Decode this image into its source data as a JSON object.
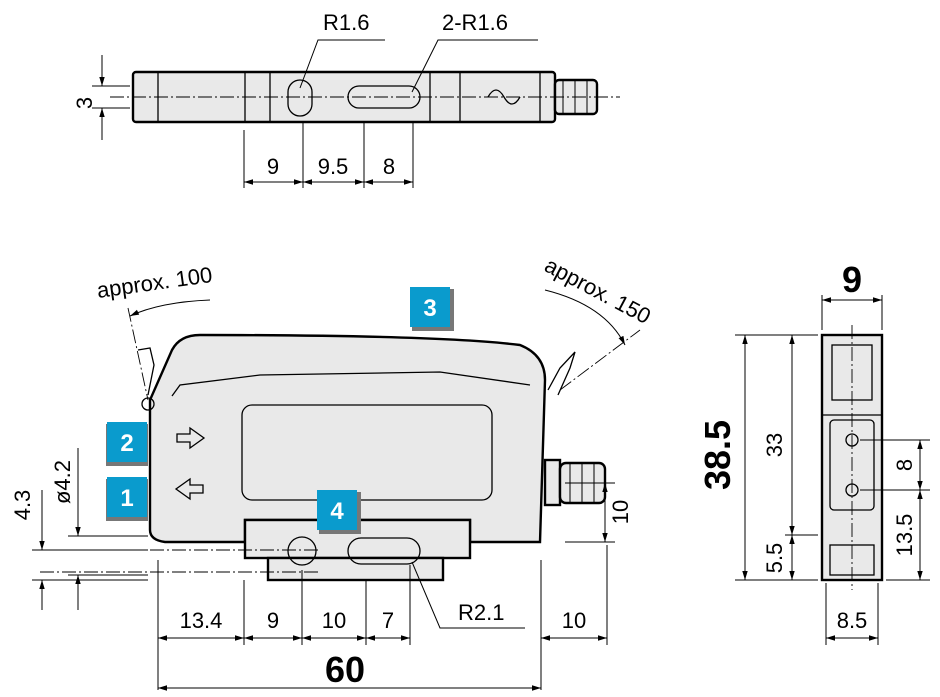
{
  "top_view": {
    "radius_label": "R1.6",
    "slot_label": "2-R1.6",
    "height_dim": "3",
    "dims": [
      "9",
      "9.5",
      "8"
    ]
  },
  "side_view": {
    "angle_left": "approx. 100",
    "angle_right": "approx. 150",
    "badges": [
      "1",
      "2",
      "3",
      "4"
    ],
    "left_dims": {
      "offset": "4.3",
      "hole": "ø4.2"
    },
    "connector_height": "10",
    "bottom_dims": [
      "13.4",
      "9",
      "10",
      "7"
    ],
    "hole_radius": "R2.1",
    "connector_length": "10",
    "total_length": "60"
  },
  "end_view": {
    "width": "9",
    "height": "38.5",
    "inner_height": "33",
    "bottom_offset": "5.5",
    "hole_pitch": "8",
    "hole_height": "13.5",
    "base_width": "8.5"
  },
  "colors": {
    "badge": "#0a9bcd",
    "body": "#e9e9e9"
  }
}
